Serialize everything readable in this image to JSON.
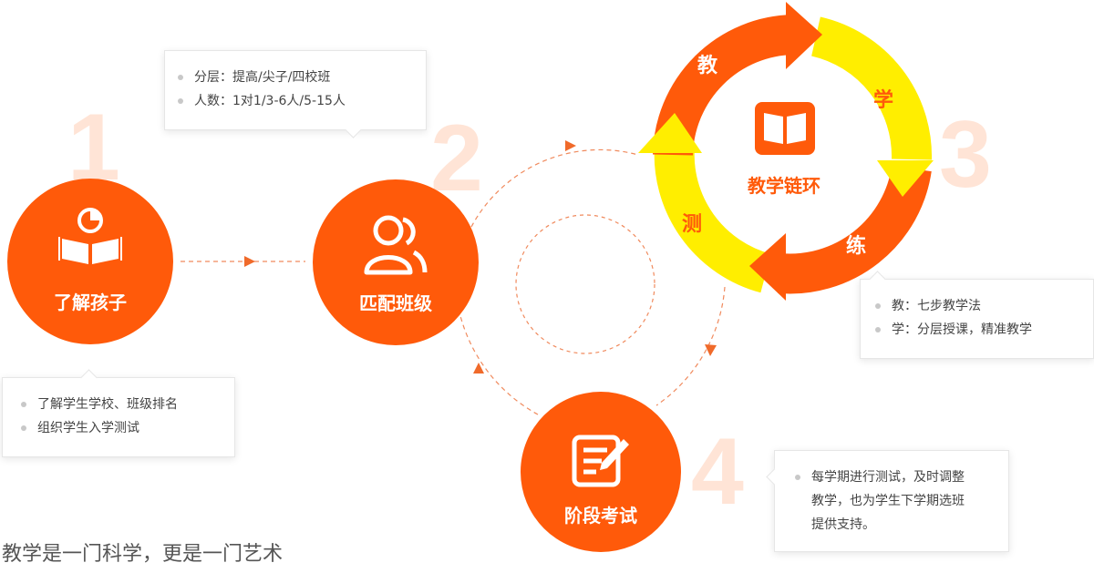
{
  "steps": [
    {
      "number": "1",
      "label": "了解孩子",
      "icon": "reading-child-icon"
    },
    {
      "number": "2",
      "label": "匹配班级",
      "icon": "users-icon"
    },
    {
      "number": "3",
      "label": "教学链环",
      "icon": "book-icon"
    },
    {
      "number": "4",
      "label": "阶段考试",
      "icon": "exam-edit-icon"
    }
  ],
  "cycle_words": {
    "teach": "教",
    "learn": "学",
    "practice": "练",
    "test": "测"
  },
  "cards": {
    "understand": [
      "了解学生学校、班级排名",
      "组织学生入学测试"
    ],
    "match": [
      "分层：提高/尖子/四校班",
      "人数：1对1/3-6人/5-15人"
    ],
    "chain": [
      "教：七步教学法",
      "学：分层授课，精准教学"
    ],
    "exam": [
      "每学期进行测试，及时调整",
      "教学，也为学生下学期选班",
      "提供支持。"
    ]
  },
  "footer": "教学是一门科学，更是一门艺术",
  "colors": {
    "orange": "#ff5a0a",
    "yellow": "#ffee00",
    "faint_number": "#ffe4d6"
  }
}
